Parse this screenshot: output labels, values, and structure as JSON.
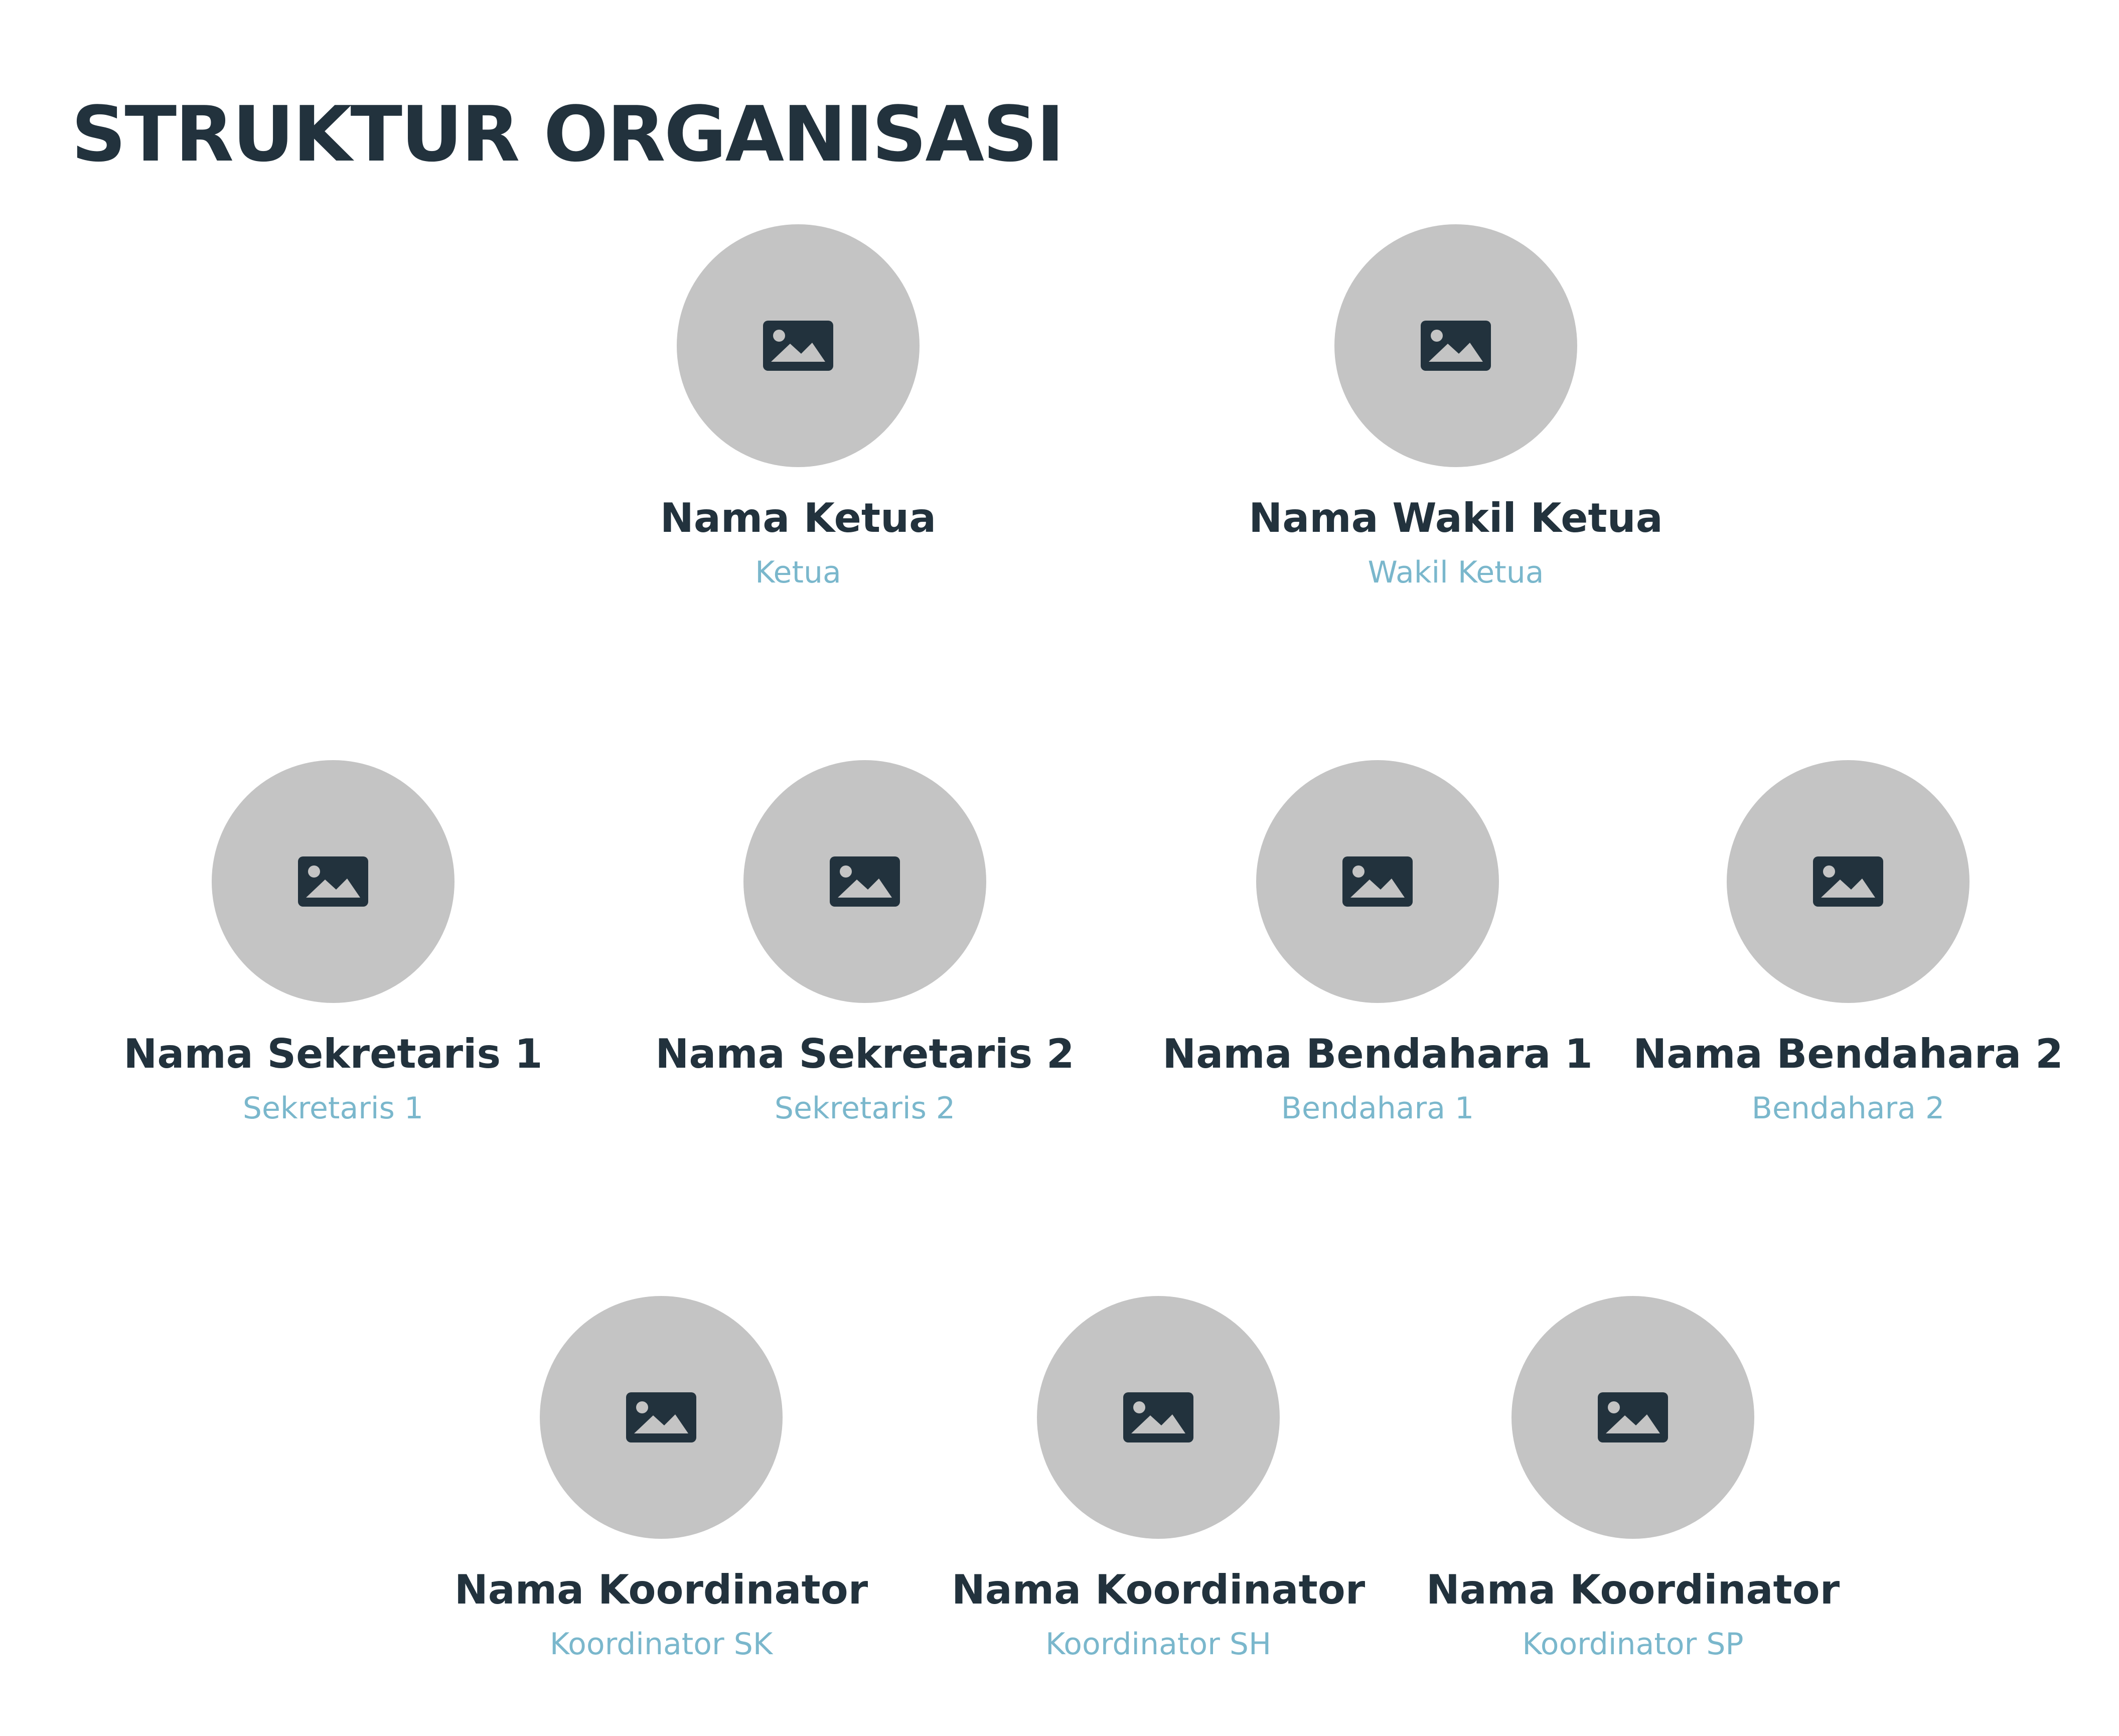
{
  "page": {
    "title": "STRUKTUR ORGANISASI"
  },
  "colors": {
    "text_dark": "#22323d",
    "role_accent": "#7ab7cc",
    "avatar_bg": "#c4c4c4",
    "icon": "#22323d"
  },
  "icons": {
    "avatar_placeholder": "image-placeholder-icon"
  },
  "members": [
    {
      "name": "Nama Ketua",
      "role": "Ketua"
    },
    {
      "name": "Nama Wakil Ketua",
      "role": "Wakil Ketua"
    },
    {
      "name": "Nama Sekretaris 1",
      "role": "Sekretaris 1"
    },
    {
      "name": "Nama Sekretaris 2",
      "role": "Sekretaris 2"
    },
    {
      "name": "Nama Bendahara 1",
      "role": "Bendahara 1"
    },
    {
      "name": "Nama Bendahara 2",
      "role": "Bendahara 2"
    },
    {
      "name": "Nama Koordinator",
      "role": "Koordinator SK"
    },
    {
      "name": "Nama Koordinator",
      "role": "Koordinator SH"
    },
    {
      "name": "Nama Koordinator",
      "role": "Koordinator SP"
    }
  ]
}
